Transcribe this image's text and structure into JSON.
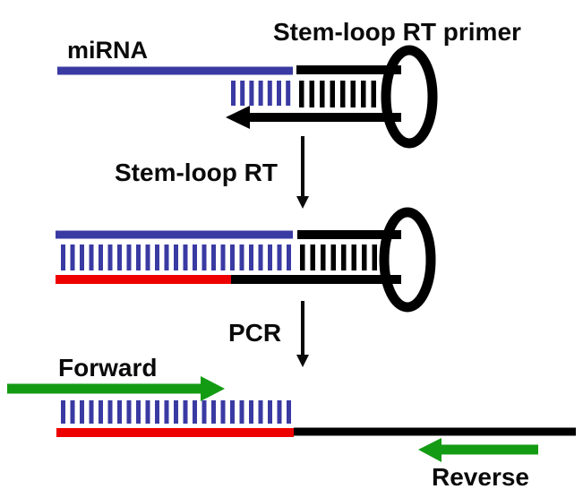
{
  "labels": {
    "mirna": "miRNA",
    "stem_loop_rt_primer": "Stem-loop RT primer",
    "stem_loop_rt": "Stem-loop RT",
    "pcr": "PCR",
    "forward": "Forward",
    "reverse": "Reverse"
  },
  "colors": {
    "mirna_blue": "#3a3aa3",
    "stem_black": "#000000",
    "arrow_black": "#0a0a0a",
    "cdna_red": "#ee0000",
    "primer_green": "#149b14"
  },
  "ticks": {
    "top_duplex_blue": 7,
    "top_stem_black": 8,
    "middle_duplex_blue": 25,
    "middle_stem_black": 8,
    "bottom_duplex_blue": 25
  }
}
